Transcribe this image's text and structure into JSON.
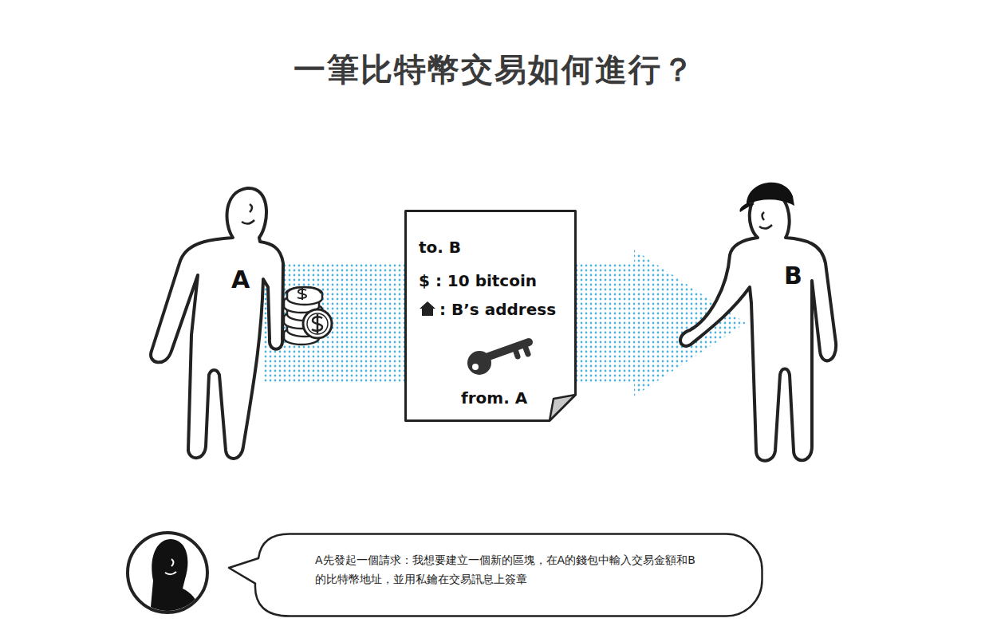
{
  "diagram": {
    "title": "一筆比特幣交易如何進行？",
    "nodes": [
      {
        "text": [
          "A"
        ]
      },
      {
        "text": [
          "to. B",
          "$ : 10 bitcoin",
          ": B’s address",
          "from. A"
        ]
      },
      {
        "text": [
          "B"
        ]
      },
      {
        "text": [
          "A先發起一個請求：我想要建立一個新的區塊，在A的錢包中輸入交易金額和B的比特幣地址，並用私鑰在交易訊息上簽章"
        ]
      }
    ],
    "edges": [
      {
        "from": 0,
        "to": 2,
        "arrow": "to"
      }
    ]
  }
}
